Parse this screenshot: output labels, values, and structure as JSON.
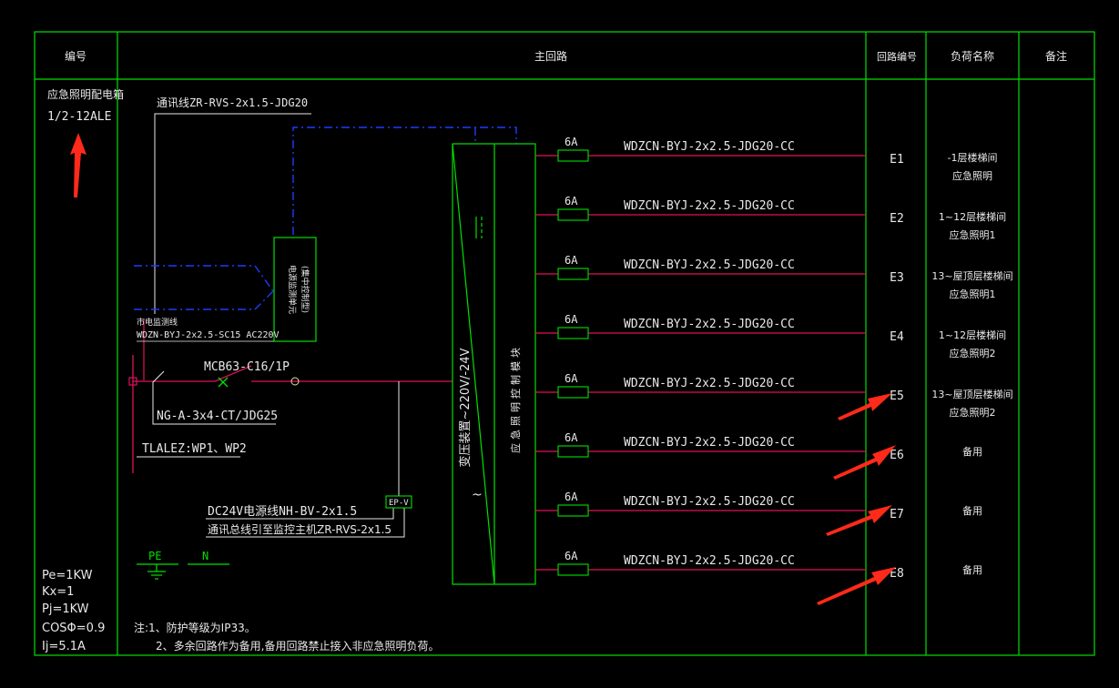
{
  "colors": {
    "background": "#000000",
    "grid": "#00e000",
    "text": "#e8e8e8",
    "circuit": "#e0105a",
    "dashed": "#1e3cff",
    "arrow": "#ff2a1a"
  },
  "header": {
    "col_no": "编号",
    "col_main": "主回路",
    "col_circuit_no": "回路编号",
    "col_load": "负荷名称",
    "col_remark": "备注"
  },
  "box": {
    "name": "应急照明配电箱",
    "code": "1/2-12ALE"
  },
  "params": [
    "Pe=1KW",
    "Kx=1",
    "Pj=1KW",
    "COSΦ=0.9",
    "Ij=5.1A"
  ],
  "labels": {
    "comm_line": "通讯线ZR-RVS-2x1.5-JDG20",
    "mains_title": "市电监测线",
    "mains_cable": "WDZN-BYJ-2x2.5-SC15  AC220V",
    "monitor_unit_l1": "电源监测单元",
    "monitor_unit_l2": "(集中控制型)",
    "breaker": "MCB63-C16/1P",
    "incoming": "NG-A-3x4-CT/JDG25",
    "source": "TLALEZ:WP1、WP2",
    "dc24v": "DC24V电源线NH-BV-2x1.5",
    "bus_comm": "通讯总线引至监控主机ZR-RVS-2x1.5",
    "epv": "EP-V",
    "pe": "PE",
    "n": "N",
    "transformer": "变压装置~220V/-24V",
    "tilde": "~",
    "controller": "应急照明控制模块",
    "note1": "注:1、防护等级为IP33。",
    "note2": "2、多余回路作为备用,备用回路禁止接入非应急照明负荷。"
  },
  "circuits": [
    {
      "fuse": "6A",
      "cable": "WDZCN-BYJ-2x2.5-JDG20-CC",
      "id": "E1",
      "load1": "-1层楼梯间",
      "load2": "应急照明"
    },
    {
      "fuse": "6A",
      "cable": "WDZCN-BYJ-2x2.5-JDG20-CC",
      "id": "E2",
      "load1": "1~12层楼梯间",
      "load2": "应急照明1"
    },
    {
      "fuse": "6A",
      "cable": "WDZCN-BYJ-2x2.5-JDG20-CC",
      "id": "E3",
      "load1": "13~屋顶层楼梯间",
      "load2": "应急照明1"
    },
    {
      "fuse": "6A",
      "cable": "WDZCN-BYJ-2x2.5-JDG20-CC",
      "id": "E4",
      "load1": "1~12层楼梯间",
      "load2": "应急照明2"
    },
    {
      "fuse": "6A",
      "cable": "WDZCN-BYJ-2x2.5-JDG20-CC",
      "id": "E5",
      "load1": "13~屋顶层楼梯间",
      "load2": "应急照明2"
    },
    {
      "fuse": "6A",
      "cable": "WDZCN-BYJ-2x2.5-JDG20-CC",
      "id": "E6",
      "load1": "备用",
      "load2": ""
    },
    {
      "fuse": "6A",
      "cable": "WDZCN-BYJ-2x2.5-JDG20-CC",
      "id": "E7",
      "load1": "备用",
      "load2": ""
    },
    {
      "fuse": "6A",
      "cable": "WDZCN-BYJ-2x2.5-JDG20-CC",
      "id": "E8",
      "load1": "备用",
      "load2": ""
    }
  ]
}
